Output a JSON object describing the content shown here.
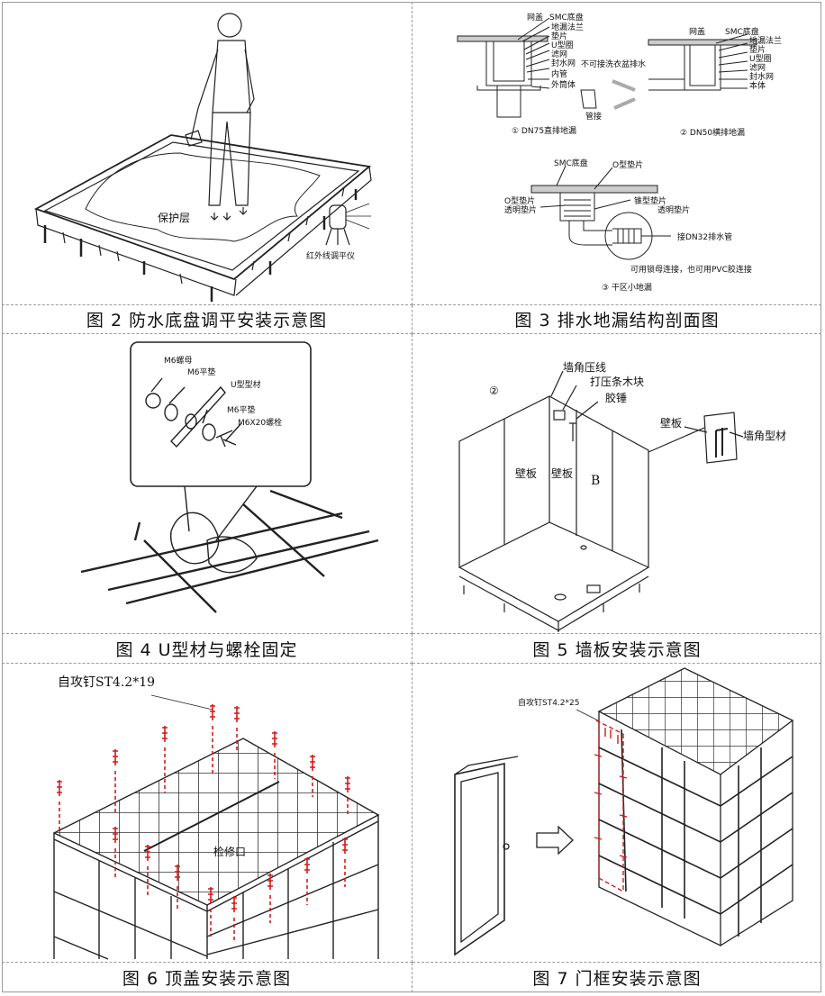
{
  "figures": [
    {
      "caption": "图 2 防水底盘调平安装示意图",
      "labels": {
        "protect_layer": "保护层",
        "laser": "红外线调平仪"
      }
    },
    {
      "caption": "图 3 排水地漏结构剖面图",
      "labels": {
        "net_cover": "网盖",
        "smc_tray": "SMC底盘",
        "flange": "地漏法兰",
        "gasket": "垫片",
        "u_ring": "U型圈",
        "filter": "滤网",
        "water_seal": "封水网",
        "inner_pipe": "内管",
        "outer_body": "外筒体",
        "no_washer": "不可接洗衣盆排水",
        "elbow": "管接",
        "net_cover_2": "网盖",
        "smc_tray_2": "SMC底盘",
        "flange_2": "地漏法兰",
        "gasket_2": "垫片",
        "u_ring_2": "U型圈",
        "filter_2": "滤网",
        "water_seal_2": "封水网",
        "body_2": "本体",
        "caption_1": "① DN75直排地漏",
        "caption_2": "② DN50横排地漏",
        "smc_tray_3": "SMC底盘",
        "o_gasket": "O型垫片",
        "o_gasket_2": "O型垫片",
        "clear_gasket": "透明垫片",
        "cone_gasket": "锥型垫片",
        "clear_gasket_2": "透明垫片",
        "dn32": "接DN32排水管",
        "connect_note": "可用锁母连接，也可用PVC胶连接",
        "caption_3": "③ 干区小地漏"
      }
    },
    {
      "caption": "图 4 U型材与螺栓固定",
      "labels": {
        "nut": "M6螺母",
        "washer1": "M6平垫",
        "u_profile": "U型型材",
        "washer2": "M6平垫",
        "bolt": "M6X20螺栓"
      }
    },
    {
      "caption": "图 5 墙板安装示意图",
      "labels": {
        "step": "②",
        "corner_line": "墙角压线",
        "wood_block": "打压条木块",
        "mallet": "胶锤",
        "panel_a": "壁板",
        "panel_b": "壁板",
        "panel_letter": "B",
        "wall_panel": "壁板",
        "corner_profile": "墙角型材"
      }
    },
    {
      "caption": "图 6 顶盖安装示意图",
      "labels": {
        "screw": "自攻钉ST4.2*19",
        "access": "检修口"
      }
    },
    {
      "caption": "图 7 门框安装示意图",
      "labels": {
        "screw": "自攻钉ST4.2*25"
      }
    }
  ],
  "colors": {
    "line": "#222222",
    "screw": "#d21a1a",
    "grid": "#9a9a9a"
  }
}
